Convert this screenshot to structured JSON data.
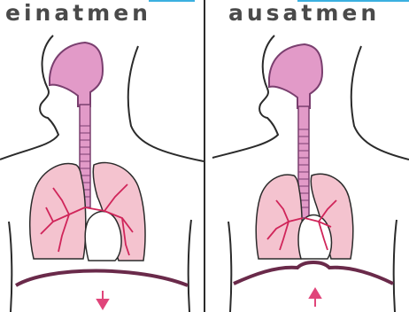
{
  "panels": [
    {
      "title": "einatmen",
      "arrow_direction": "down"
    },
    {
      "title": "ausatmen",
      "arrow_direction": "up"
    }
  ],
  "colors": {
    "outline": "#2b2b2b",
    "title_text": "#4a4a4a",
    "airway_fill": "#e29ac8",
    "airway_stroke": "#7a3f6f",
    "lung_fill": "#f4c3cf",
    "bronchi": "#d0255a",
    "arrow": "#e0457a",
    "diaphragm": "#6a2a4a",
    "link_bar": "#3bb0e0"
  }
}
